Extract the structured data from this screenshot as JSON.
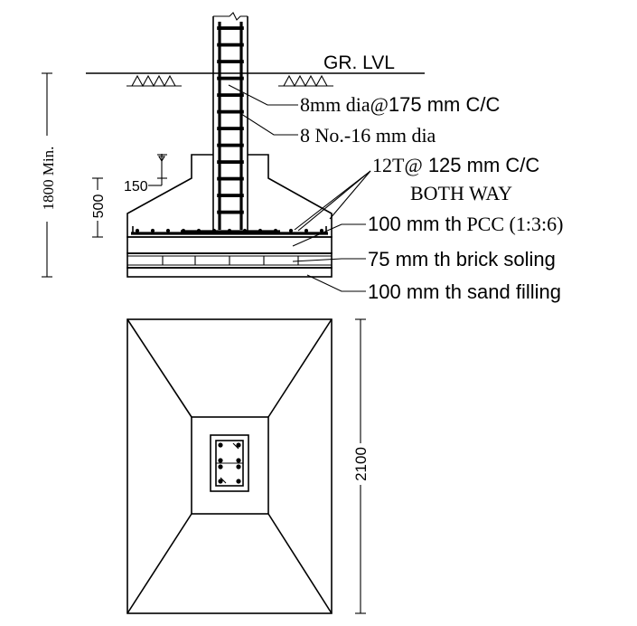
{
  "section": {
    "ground_level": "GR. LVL",
    "stirrup_note_a": "8mm dia@",
    "stirrup_note_b": "175 mm C/C",
    "main_bar_note": "8 No.-16 mm dia",
    "mat_note_a": "12T@",
    "mat_note_b": " 125 mm C/C",
    "mat_note_line2": "BOTH WAY",
    "pcc_note_a": "100 mm th",
    "pcc_note_b": " PCC (1:3:6)",
    "brick_note": "75 mm th brick soling",
    "sand_note": "100 mm th sand filling",
    "dim_depth": "1800 Min.",
    "dim_footing": "500",
    "dim_step": "150"
  },
  "plan": {
    "dim_width": "2100"
  },
  "colors": {
    "line": "#000000",
    "background": "#ffffff"
  }
}
